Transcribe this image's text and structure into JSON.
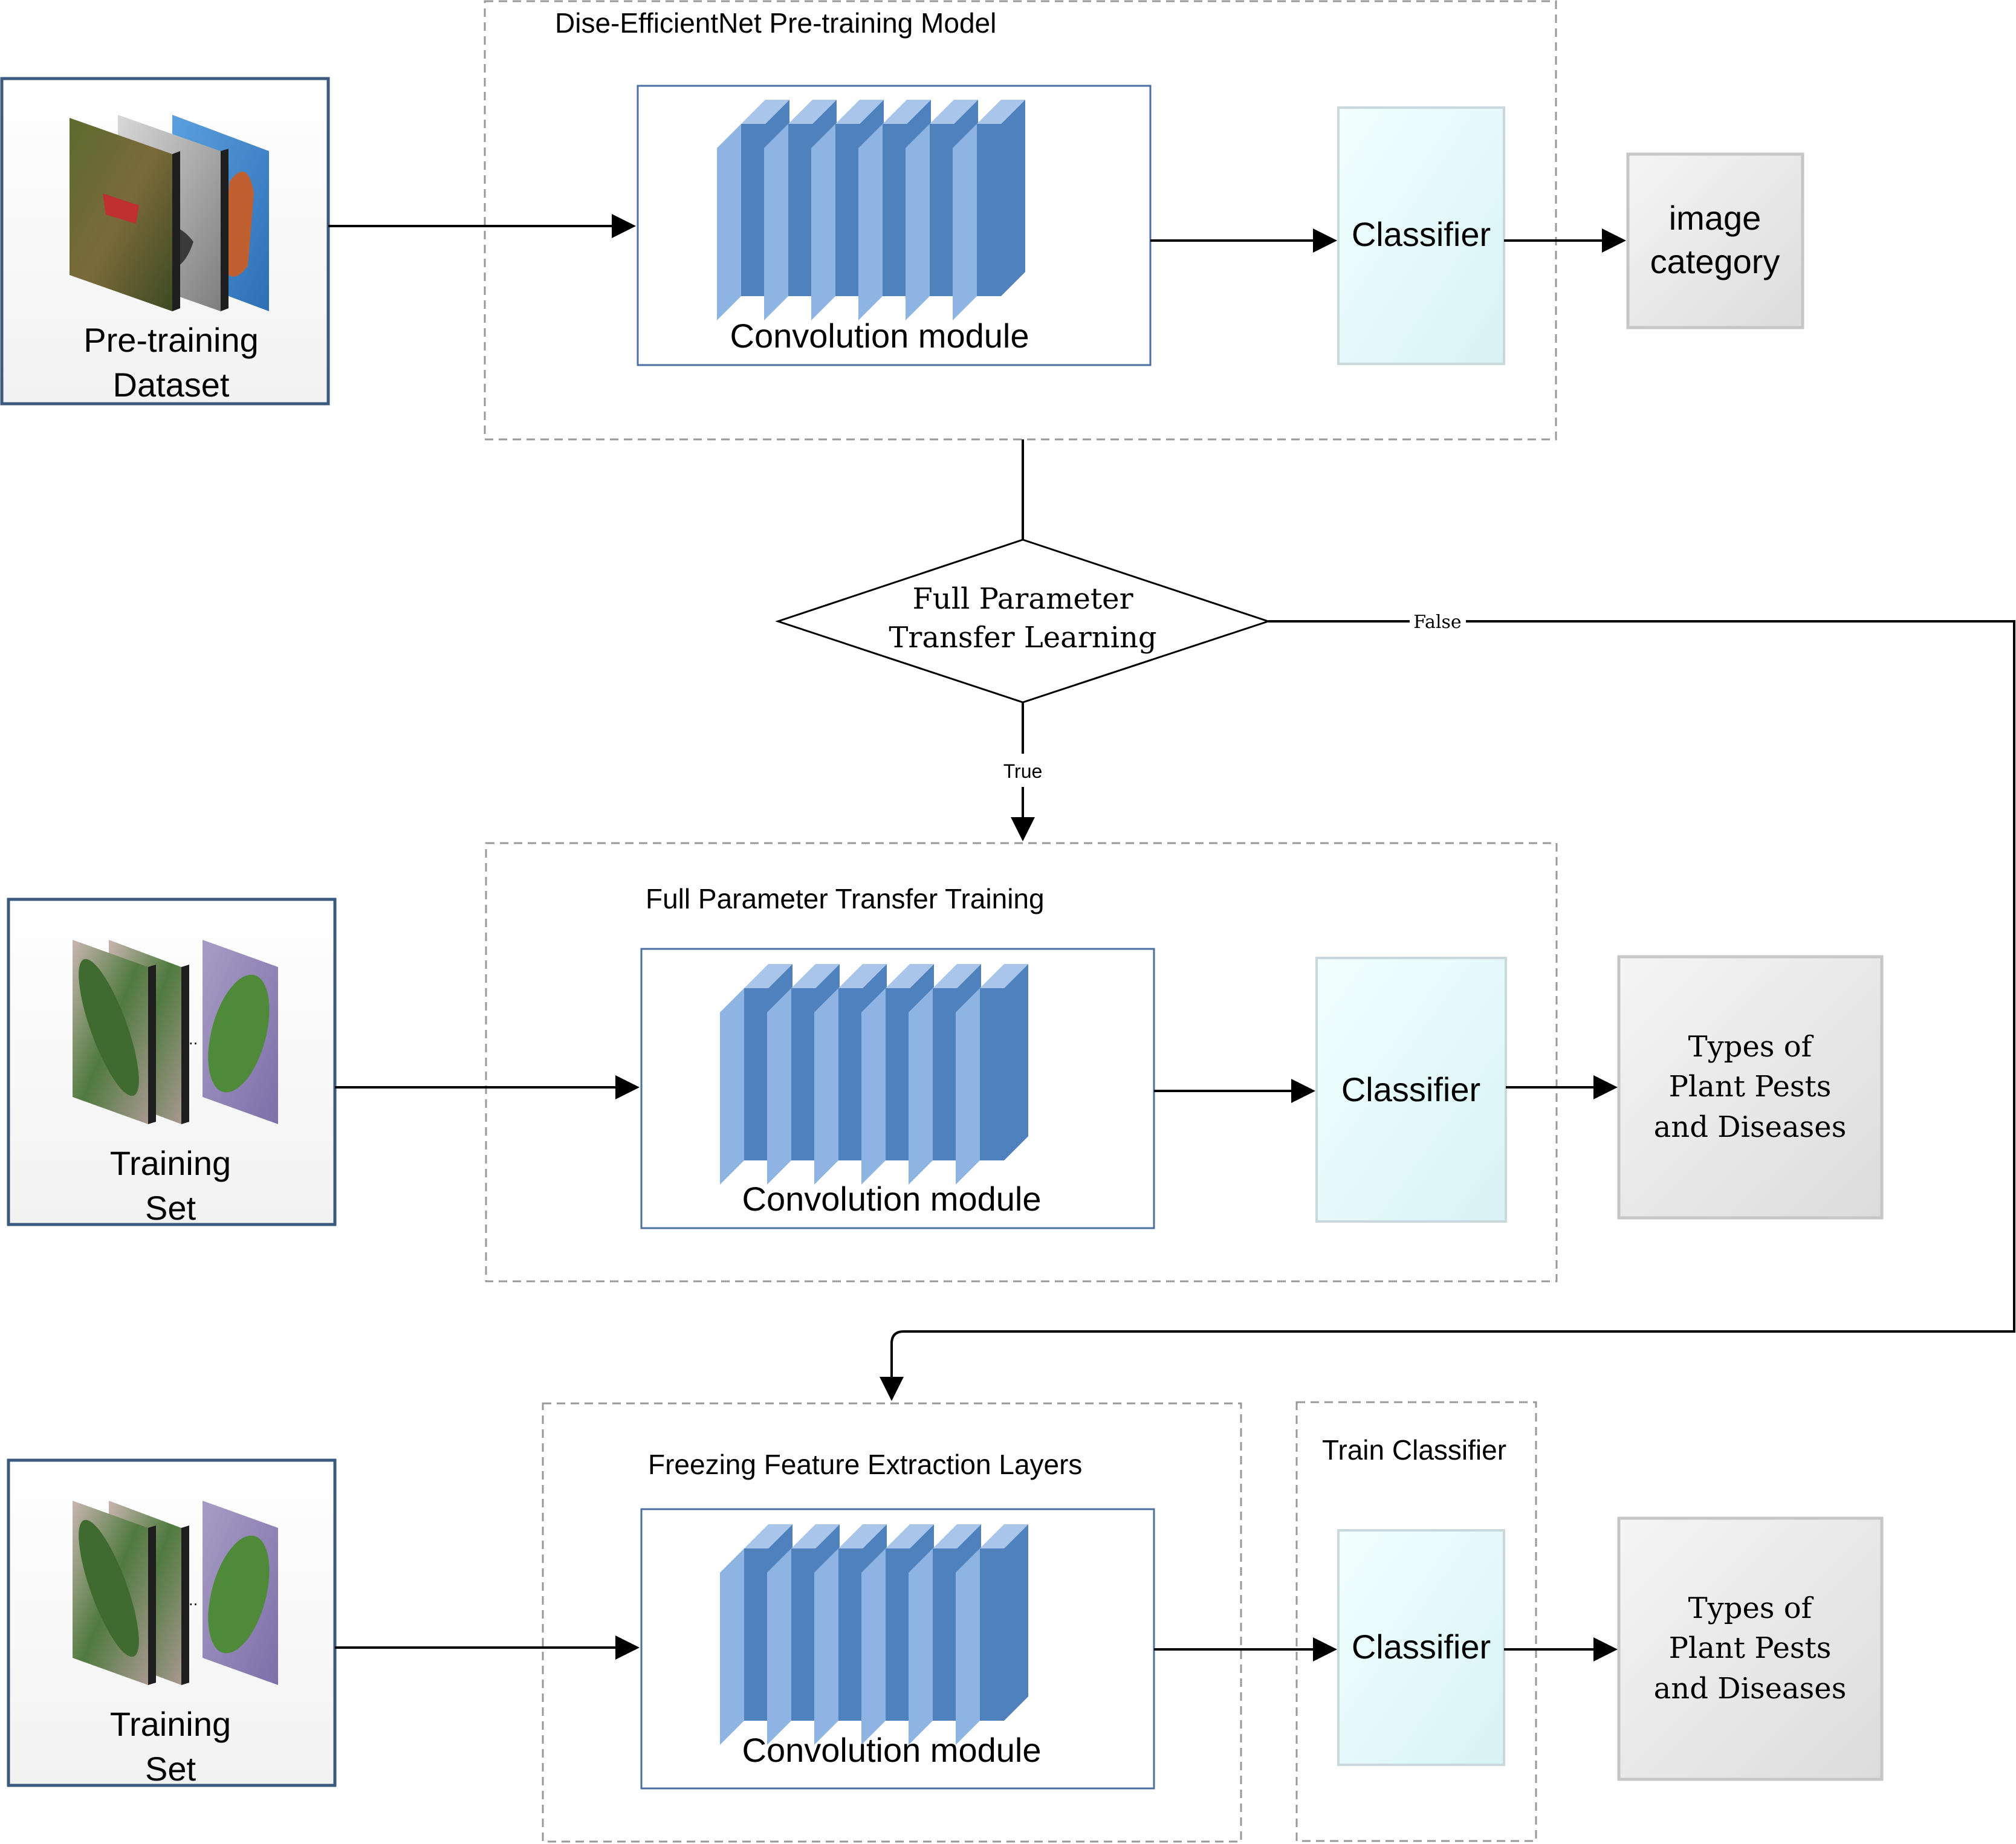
{
  "diagram": {
    "pretrain_group": {
      "title": "Dise-EfficientNet Pre-training Model"
    },
    "full_transfer_group": {
      "title": "Full Parameter Transfer Training"
    },
    "freeze_group": {
      "title": "Freezing Feature Extraction Layers"
    },
    "train_classifier_group": {
      "title": "Train Classifier"
    },
    "pretrain_dataset": {
      "line1": "Pre-training",
      "line2": "Dataset"
    },
    "training_set_1": {
      "line1": "Training",
      "line2": "Set"
    },
    "training_set_2": {
      "line1": "Training",
      "line2": "Set"
    },
    "conv_label_1": "Convolution module",
    "conv_label_2": "Convolution module",
    "conv_label_3": "Convolution module",
    "classifier_label_1": "Classifier",
    "classifier_label_2": "Classifier",
    "classifier_label_3": "Classifier",
    "output_1": {
      "line1": "image",
      "line2": "category"
    },
    "output_2": {
      "line1": "Types of",
      "line2": "Plant Pests",
      "line3": "and Diseases"
    },
    "output_3": {
      "line1": "Types of",
      "line2": "Plant Pests",
      "line3": "and Diseases"
    },
    "decision": {
      "line1": "Full Parameter",
      "line2": "Transfer Learning"
    },
    "edge_true": "True",
    "edge_false": "False"
  },
  "colors": {
    "conv_front": "#4f81bd",
    "conv_side": "#8eb4e3",
    "conv_top": "#a9c6ea",
    "classifier_fill": "#e6fbfb",
    "output_fill": "#eeeeee",
    "box_border": "#4a6fa0",
    "dashed_border": "#999999"
  }
}
